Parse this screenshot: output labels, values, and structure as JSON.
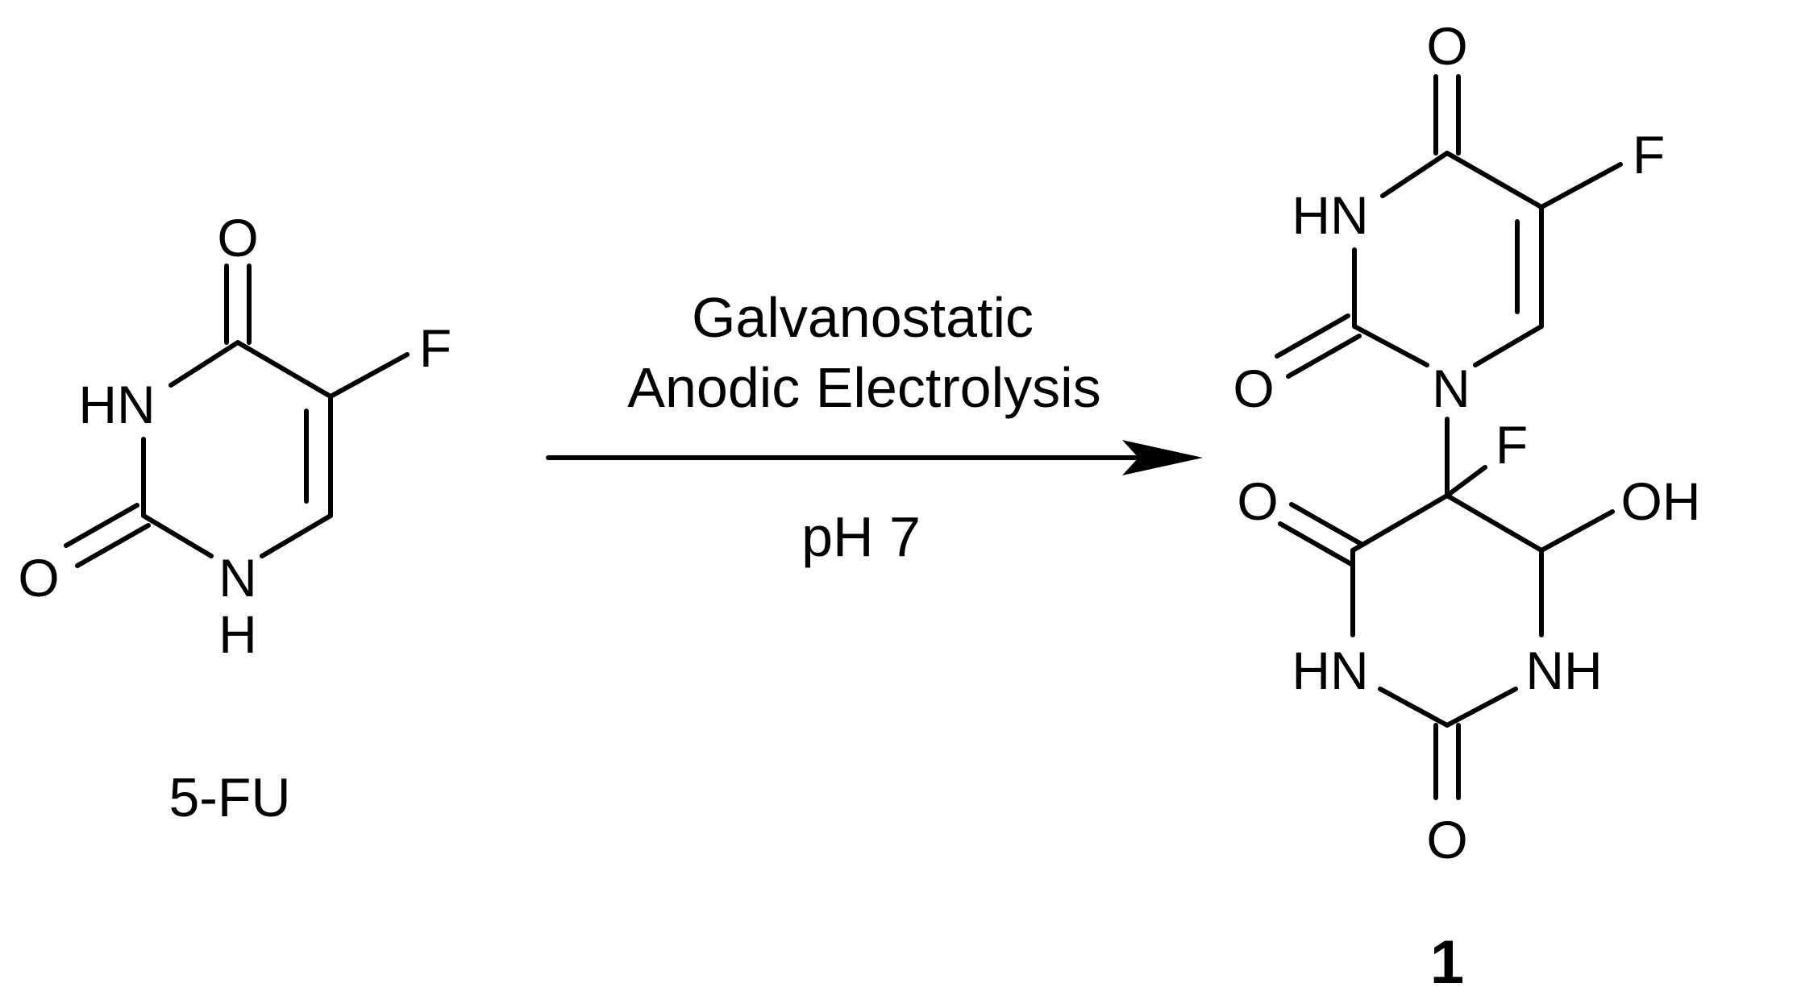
{
  "reaction": {
    "conditions": {
      "line1": "Galvanostatic",
      "line2": "Anodic Electrolysis",
      "below": "pH 7"
    },
    "reactant": {
      "label": "5-FU",
      "atoms": {
        "o_top": "O",
        "f": "F",
        "hn": "HN",
        "o_left": "O",
        "n": "N",
        "h": "H"
      }
    },
    "product": {
      "label": "1",
      "atoms": {
        "top_o": "O",
        "top_f": "F",
        "top_hn": "HN",
        "top_o_left": "O",
        "link_n": "N",
        "mid_f": "F",
        "mid_o": "O",
        "oh": "OH",
        "bot_hn": "HN",
        "bot_nh": "NH",
        "bot_o": "O"
      }
    }
  }
}
